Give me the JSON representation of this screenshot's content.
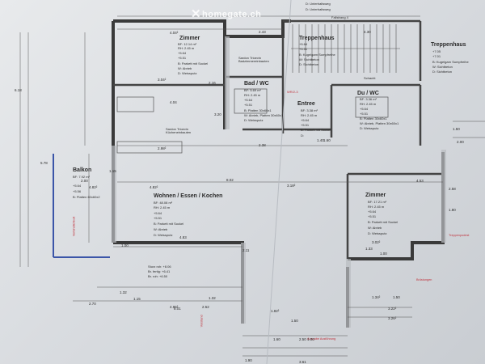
{
  "watermark": "homegate.ch",
  "rooms": {
    "zimmer1": {
      "name": "Zimmer",
      "bf": "BF: 12.14 m²",
      "rh": "RH: 2.45 m",
      "l1": "+5.64",
      "l2": "+5.51",
      "b": "B: Parkett mit Sockel",
      "w": "W: Abrieb",
      "d": "D: Weissputz"
    },
    "bad": {
      "name": "Bad / WC",
      "bf": "BF: 5.69 m²",
      "rh": "RH: 2.45 m",
      "l1": "+5.64",
      "l2": "+5.51",
      "b": "B: Platten 30x60x1",
      "w": "W: Abrieb, Platten 30x60x1",
      "d": "D: Weissputz"
    },
    "entree": {
      "name": "Entree",
      "bf": "BF: 3.38 m²",
      "rh": "RH: 2.45 m",
      "l1": "+5.64",
      "l2": "+5.51",
      "b": "B: Parkett mit Sockel",
      "d": "D:"
    },
    "duwc": {
      "name": "Du / WC",
      "bf": "BF: 3.36 m²",
      "rh": "RH: 2.45 m",
      "l1": "+5.64",
      "l2": "+5.51",
      "b": "B: Platten 30x60x1",
      "w": "W: Abrieb, Platten 30x60x1",
      "d": "D: Weissputz"
    },
    "treppenhaus1": {
      "name": "Treppenhaus",
      "l1": "+5.64",
      "l2": "+5.51",
      "b": "B: Kugelgarn Sumpfreihe",
      "w": "W: Sichtbeton",
      "d": "D: Sichtbeton"
    },
    "treppenhaus2": {
      "name": "Treppenhaus",
      "l1": "+7.05",
      "l2": "+7.01",
      "b": "B: Kugelgarn Sumpfreihe",
      "w": "W: Sichtbeton",
      "d": "D: Sichtbeton"
    },
    "balkon": {
      "name": "Balkon",
      "bf": "BF: 7.92 m²",
      "l1": "+5.64",
      "l2": "+5.56",
      "b": "B: Platten 60x60x2"
    },
    "wohnen": {
      "name": "Wohnen / Essen / Kochen",
      "bf": "BF: 48.08 m²",
      "rh": "RH: 2.45 m",
      "l1": "+5.64",
      "l2": "+5.51",
      "b": "B: Parkett mit Sockel",
      "w": "W: Abrieb",
      "d": "D: Weissputz"
    },
    "zimmer2": {
      "name": "Zimmer",
      "bf": "BF: 17.21 m²",
      "rh": "RH: 2.45 m",
      "l1": "+5.64",
      "l2": "+5.51",
      "b": "B: Parkett mit Sockel",
      "w": "W: Abrieb",
      "d": "D: Weissputz"
    }
  },
  "labels": {
    "unterhaltsweg1": "D: Unterhaltsweg",
    "unterhaltsweg2": "D: Unterhaltsweg",
    "fallstrang": "Fallstrang 4",
    "wr": "WR/2-3",
    "schacht": "Schacht",
    "sardon1": "Sardon Trioevin\nKücheneinbauten",
    "sardon2": "Sardon Trioevin\nBadzimmereinbauten"
  },
  "dimensions": [
    "4.04²",
    "2.43",
    "4.30",
    "3.04²",
    "2.16",
    "4.04",
    "3.20",
    "2.98²",
    "4.82²",
    "8.02",
    "1.15",
    "3.18²",
    "1.60",
    "3.02²",
    "4.83",
    "2.00",
    "2.38",
    "1.40",
    "4.53",
    "2.58",
    "1.80",
    "1.50",
    "2.00",
    "1.32",
    "2.70",
    "1.33",
    "1.00",
    "1.50",
    "1.34²",
    "3.22²",
    "3.26²",
    "2.50",
    "1.60",
    "1.00",
    "1.90",
    "3.61",
    "1.32",
    "2.52",
    "4.95²",
    "8.01",
    "1.82²",
    "1.50",
    "4.82²",
    "2.11",
    "1.00",
    "1.15",
    "6.18",
    "5.78"
  ],
  "marks": {
    "red1": "Vorstand",
    "red2": "Treppenpodest",
    "red3": "Brüstungen",
    "red4": "Verbindlichkeit",
    "red5": "Ausgabe Ausführung",
    "sturz": "Sturz roh: +8.06",
    "brh": "Br. fertig: +6.41",
    "brr": "Br. roh: +6.50"
  }
}
